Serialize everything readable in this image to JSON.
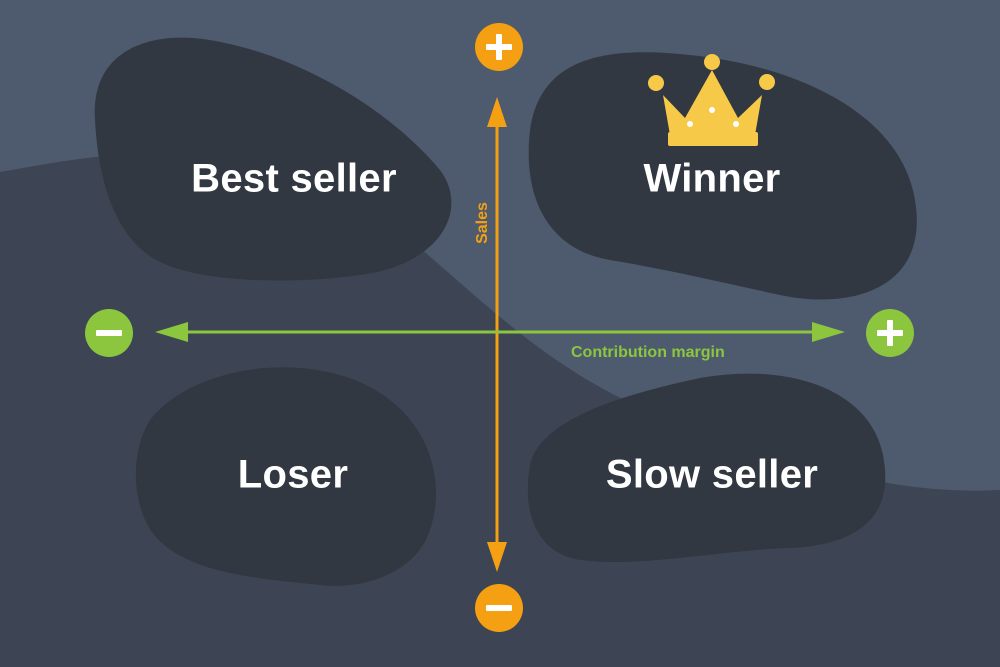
{
  "quadrants": {
    "top_left": "Best seller",
    "top_right": "Winner",
    "bottom_left": "Loser",
    "bottom_right": "Slow seller"
  },
  "axes": {
    "vertical": {
      "label": "Sales",
      "top_sign": "+",
      "bottom_sign": "−",
      "color": "#f5a012"
    },
    "horizontal": {
      "label": "Contribution margin",
      "left_sign": "−",
      "right_sign": "+",
      "color": "#8cc63f"
    }
  },
  "colors": {
    "background_light": "#4e5b6e",
    "background_dark": "#3d4554",
    "blob": "#323842",
    "crown": "#f7c948",
    "text": "#ffffff"
  },
  "icons": {
    "top_right_icon": "crown-icon"
  }
}
